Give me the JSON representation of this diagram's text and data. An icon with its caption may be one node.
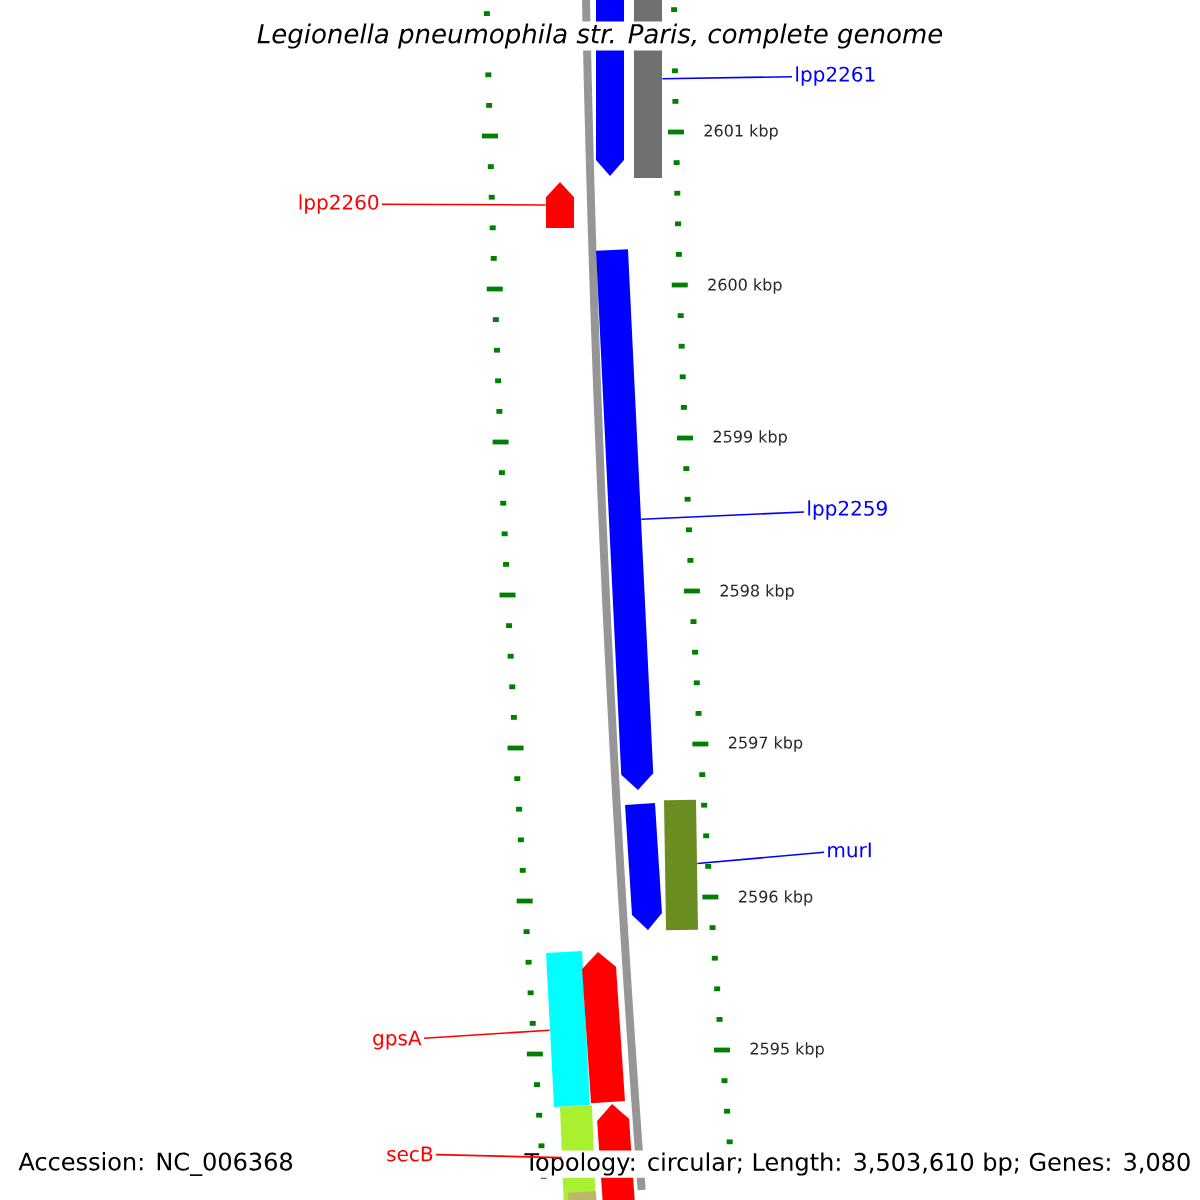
{
  "diagram": {
    "title": "Legionella pneumophila str. Paris, complete genome",
    "nodes": [
      {
        "text": [],
        "shape": "bar"
      },
      {
        "text": [],
        "shape": "bar"
      },
      {
        "text": [
          "lpp2261"
        ]
      },
      {
        "text": [],
        "shape": "bar"
      },
      {
        "text": [
          "lpp2260"
        ]
      },
      {
        "text": [],
        "shape": "bar"
      },
      {
        "text": [
          "lpp2259"
        ]
      },
      {
        "text": [],
        "shape": "bar"
      },
      {
        "text": [],
        "shape": "bar"
      },
      {
        "text": [
          "murI"
        ]
      },
      {
        "text": [],
        "shape": "bar"
      },
      {
        "text": [],
        "shape": "bar"
      },
      {
        "text": [
          "gpsA"
        ]
      },
      {
        "text": [],
        "shape": "bar"
      },
      {
        "text": [],
        "shape": "bar"
      },
      {
        "text": [
          "secB"
        ]
      },
      {
        "text": [],
        "shape": "bar"
      }
    ],
    "edges": [
      {
        "from": 2,
        "to": 1,
        "arrow": "none",
        "color": "#0000ff"
      },
      {
        "from": 4,
        "to": 3,
        "arrow": "none",
        "color": "#ff0000"
      },
      {
        "from": 6,
        "to": 5,
        "arrow": "none",
        "color": "#0000ff"
      },
      {
        "from": 9,
        "to": 7,
        "arrow": "none",
        "color": "#0000ff"
      },
      {
        "from": 12,
        "to": 10,
        "arrow": "none",
        "color": "#ff0000"
      },
      {
        "from": 15,
        "to": 13,
        "arrow": "none",
        "color": "#ff0000"
      }
    ],
    "labels": [
      "2601 kbp",
      "2600 kbp",
      "2599 kbp",
      "2598 kbp",
      "2597 kbp",
      "2596 kbp",
      "2595 kbp",
      "Accession: NC_006368",
      "Topology: circular; Length: 3,503,610 bp; Genes: 3,080"
    ]
  }
}
